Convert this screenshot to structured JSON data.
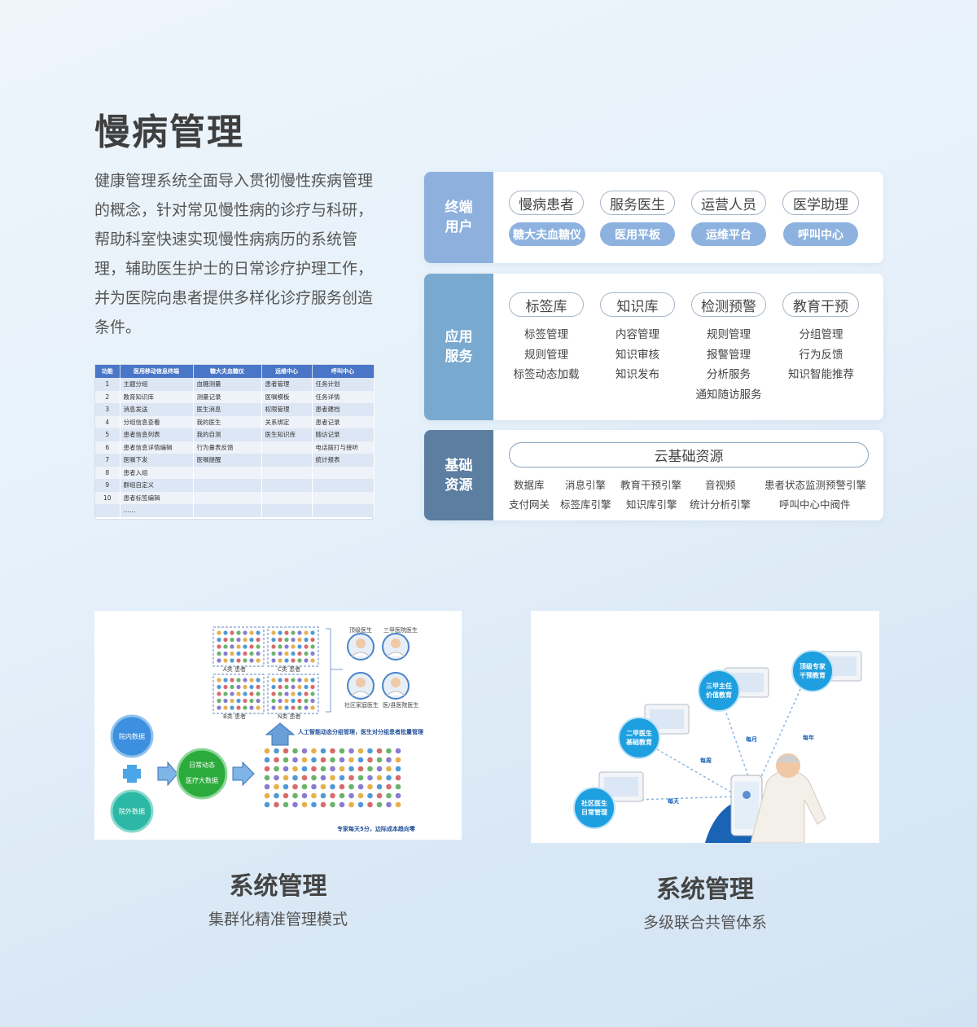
{
  "page_title": "慢病管理",
  "intro": "健康管理系统全面导入贯彻慢性疾病管理的概念，针对常见慢性病的诊疗与科研，帮助科室快速实现慢性病病历的系统管理，辅助医生护士的日常诊疗护理工作，并为医院向患者提供多样化诊疗服务创造条件。",
  "mini_table": {
    "headers": [
      "功能",
      "医用移动信息终端",
      "糖大夫血糖仪",
      "运维中心",
      "呼叫中心"
    ],
    "rows": [
      [
        "1",
        "主题分组",
        "血糖测量",
        "患者管理",
        "任务计划"
      ],
      [
        "2",
        "教育知识库",
        "测量记录",
        "医嘱模板",
        "任务详情"
      ],
      [
        "3",
        "消息发送",
        "医生消息",
        "权限管理",
        "患者建档"
      ],
      [
        "4",
        "分组信息查看",
        "我的医生",
        "关系绑定",
        "患者记录"
      ],
      [
        "5",
        "患者信息列表",
        "我的自测",
        "医生知识库",
        "随访记录"
      ],
      [
        "6",
        "患者信息详情编辑",
        "行为量表反馈",
        "",
        "电话拨打与接听"
      ],
      [
        "7",
        "医嘱下发",
        "医嘱提醒",
        "",
        "统计报表"
      ],
      [
        "8",
        "患者入组",
        "",
        "",
        ""
      ],
      [
        "9",
        "群组自定义",
        "",
        "",
        ""
      ],
      [
        "10",
        "患者标签编辑",
        "",
        "",
        ""
      ],
      [
        "",
        "……",
        "",
        "",
        ""
      ]
    ]
  },
  "terminal": {
    "label": "终端用户",
    "users": [
      "慢病患者",
      "服务医生",
      "运营人员",
      "医学助理"
    ],
    "devices": [
      "糖大夫血糖仪",
      "医用平板",
      "运维平台",
      "呼叫中心"
    ]
  },
  "app_services": {
    "label": "应用服务",
    "modules": [
      {
        "name": "标签库",
        "items": [
          "标签管理",
          "规则管理",
          "标签动态加载"
        ]
      },
      {
        "name": "知识库",
        "items": [
          "内容管理",
          "知识审核",
          "知识发布"
        ]
      },
      {
        "name": "检测预警",
        "items": [
          "规则管理",
          "报警管理",
          "分析服务",
          "通知随访服务"
        ]
      },
      {
        "name": "教育干预",
        "items": [
          "分组管理",
          "行为反馈",
          "知识智能推荐"
        ]
      }
    ]
  },
  "base_resources": {
    "label": "基础资源",
    "cloud": "云基础资源",
    "row1": [
      "数据库",
      "消息引擎",
      "教育干预引擎",
      "音视频",
      "患者状态监测预警引擎"
    ],
    "row2": [
      "支付网关",
      "标签库引擎",
      "知识库引擎",
      "统计分析引擎",
      "呼叫中心中阀件"
    ]
  },
  "figure1": {
    "groups": [
      "A类 患者",
      "C类 患者",
      "B类 患者",
      "N类 患者"
    ],
    "doctors": [
      "顶级医生",
      "三甲医院医生",
      "社区家庭医生",
      "医/县医院医生"
    ],
    "sources": [
      "院内数据",
      "院外数据"
    ],
    "center": "日常动态医疗大数据",
    "arrow_note": "人工智能动态分组管理，医生对分组患者批量管理",
    "footer_note": "专家每天5分，边际成本趋向零"
  },
  "figure2": {
    "levels": [
      "社区医生日常管理",
      "二甲医生基础教育",
      "三甲主任价值教育",
      "顶级专家干预教育"
    ],
    "freqs": [
      "每天",
      "每周",
      "每月",
      "每年"
    ]
  },
  "captions": [
    {
      "title": "系统管理",
      "subtitle": "集群化精准管理模式"
    },
    {
      "title": "系统管理",
      "subtitle": "多级联合共管体系"
    }
  ],
  "colors": {
    "terminal_label": "#8eb0dc",
    "app_label": "#79a9cf",
    "base_label": "#5c7ea0",
    "device_pill": "#8eb2df"
  }
}
